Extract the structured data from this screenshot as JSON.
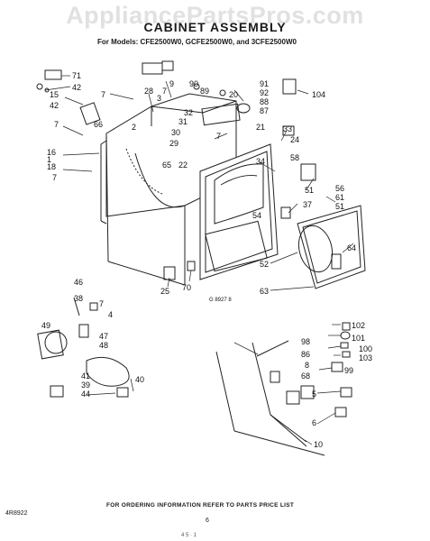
{
  "watermark": "AppliancePartsPros.com",
  "title": "CABINET ASSEMBLY",
  "subtitle": "For Models: CFE2500W0, GCFE2500W0, and 3CFE2500W0",
  "footer": "FOR ORDERING INFORMATION REFER TO PARTS PRICE LIST",
  "doc_number": "4R8922",
  "page_number": "6",
  "bottom_code": "4 5 · 1",
  "figure_codes": [
    "G 8927 8",
    "4R8922"
  ],
  "callouts": [
    {
      "id": "c71",
      "text": "71"
    },
    {
      "id": "c42a",
      "text": "42"
    },
    {
      "id": "c15",
      "text": "15"
    },
    {
      "id": "c42b",
      "text": "42"
    },
    {
      "id": "c7a",
      "text": "7"
    },
    {
      "id": "c66",
      "text": "66"
    },
    {
      "id": "c7b",
      "text": "7"
    },
    {
      "id": "c16",
      "text": "16"
    },
    {
      "id": "c1",
      "text": "1"
    },
    {
      "id": "c18",
      "text": "18"
    },
    {
      "id": "c7c",
      "text": "7"
    },
    {
      "id": "c28",
      "text": "28"
    },
    {
      "id": "c3",
      "text": "3"
    },
    {
      "id": "c7d",
      "text": "7"
    },
    {
      "id": "c9",
      "text": "9"
    },
    {
      "id": "c90",
      "text": "90"
    },
    {
      "id": "c89",
      "text": "89"
    },
    {
      "id": "c20",
      "text": "20"
    },
    {
      "id": "c91",
      "text": "91"
    },
    {
      "id": "c92",
      "text": "92"
    },
    {
      "id": "c88",
      "text": "88"
    },
    {
      "id": "c87",
      "text": "87"
    },
    {
      "id": "c104",
      "text": "104"
    },
    {
      "id": "c32",
      "text": "32"
    },
    {
      "id": "c31",
      "text": "31"
    },
    {
      "id": "c30",
      "text": "30"
    },
    {
      "id": "c2",
      "text": "2"
    },
    {
      "id": "c29",
      "text": "29"
    },
    {
      "id": "c65",
      "text": "65"
    },
    {
      "id": "c22",
      "text": "22"
    },
    {
      "id": "c21",
      "text": "21"
    },
    {
      "id": "c33",
      "text": "33"
    },
    {
      "id": "c24",
      "text": "24"
    },
    {
      "id": "c7e",
      "text": "7"
    },
    {
      "id": "c34",
      "text": "34"
    },
    {
      "id": "c58",
      "text": "58"
    },
    {
      "id": "c51a",
      "text": "51"
    },
    {
      "id": "c56",
      "text": "56"
    },
    {
      "id": "c61",
      "text": "61"
    },
    {
      "id": "c51b",
      "text": "51"
    },
    {
      "id": "c37",
      "text": "37"
    },
    {
      "id": "c54",
      "text": "54"
    },
    {
      "id": "c64",
      "text": "64"
    },
    {
      "id": "c52",
      "text": "52"
    },
    {
      "id": "c63",
      "text": "63"
    },
    {
      "id": "c25",
      "text": "25"
    },
    {
      "id": "c70",
      "text": "70"
    },
    {
      "id": "c46",
      "text": "46"
    },
    {
      "id": "c38",
      "text": "38"
    },
    {
      "id": "c7f",
      "text": "7"
    },
    {
      "id": "c4",
      "text": "4"
    },
    {
      "id": "c49",
      "text": "49"
    },
    {
      "id": "c47",
      "text": "47"
    },
    {
      "id": "c48",
      "text": "48"
    },
    {
      "id": "c41",
      "text": "41"
    },
    {
      "id": "c39",
      "text": "39"
    },
    {
      "id": "c44",
      "text": "44"
    },
    {
      "id": "c40",
      "text": "40"
    },
    {
      "id": "c98",
      "text": "98"
    },
    {
      "id": "c86",
      "text": "86"
    },
    {
      "id": "c8",
      "text": "8"
    },
    {
      "id": "c68",
      "text": "68"
    },
    {
      "id": "c102",
      "text": "102"
    },
    {
      "id": "c101",
      "text": "101"
    },
    {
      "id": "c100",
      "text": "100"
    },
    {
      "id": "c103",
      "text": "103"
    },
    {
      "id": "c99",
      "text": "99"
    },
    {
      "id": "c5",
      "text": "5"
    },
    {
      "id": "c6",
      "text": "6"
    },
    {
      "id": "c10",
      "text": "10"
    }
  ]
}
